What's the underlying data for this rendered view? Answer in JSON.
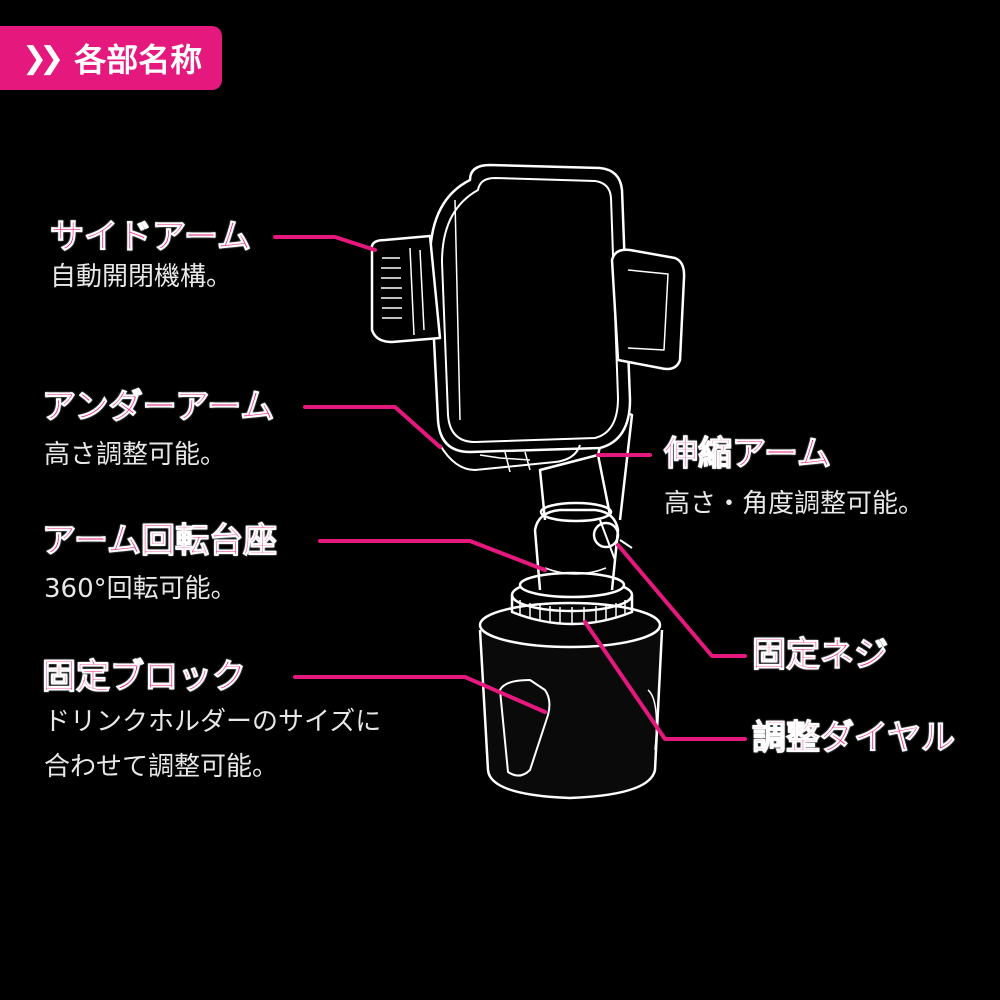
{
  "header": {
    "title": "各部名称",
    "icon": "double-chevron-right-icon"
  },
  "colors": {
    "accent": "#e5187e",
    "background": "#000000",
    "line_art": "#ffffff"
  },
  "parts": {
    "side_arm": {
      "title": "サイドアーム",
      "desc": "自動開閉機構。"
    },
    "under_arm": {
      "title": "アンダーアーム",
      "desc": "高さ調整可能。"
    },
    "arm_base": {
      "title": "アーム回転台座",
      "desc": "360°回転可能。"
    },
    "fixed_block": {
      "title": "固定ブロック",
      "desc_line1": "ドリンクホルダーのサイズに",
      "desc_line2": "合わせて調整可能。"
    },
    "telescopic_arm": {
      "title": "伸縮アーム",
      "desc": "高さ・角度調整可能。"
    },
    "fixing_screw": {
      "title": "固定ネジ"
    },
    "adjust_dial": {
      "title": "調整ダイヤル"
    }
  }
}
